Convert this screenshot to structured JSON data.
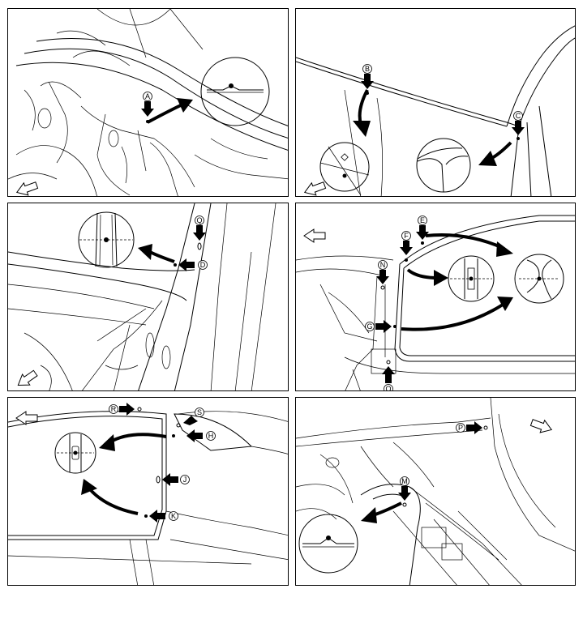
{
  "figure": {
    "panels": [
      {
        "id": "p1",
        "points": [
          "A"
        ]
      },
      {
        "id": "p2",
        "points": [
          "B",
          "C"
        ]
      },
      {
        "id": "p3",
        "points": [
          "Q",
          "D"
        ]
      },
      {
        "id": "p4",
        "points": [
          "E",
          "F",
          "N",
          "G",
          "O"
        ]
      },
      {
        "id": "p5",
        "points": [
          "R",
          "S",
          "H",
          "J",
          "K"
        ]
      },
      {
        "id": "p6",
        "points": [
          "P",
          "M"
        ]
      }
    ],
    "labels": {
      "A": "A",
      "B": "B",
      "C": "C",
      "D": "D",
      "E": "E",
      "F": "F",
      "G": "G",
      "H": "H",
      "J": "J",
      "K": "K",
      "M": "M",
      "N": "N",
      "O": "O",
      "P": "P",
      "Q": "Q",
      "R": "R",
      "S": "S"
    },
    "icons": {
      "direction": "front-arrow-icon",
      "callout": "arrow-icon",
      "detail": "magnified-detail-icon"
    },
    "colors": {
      "line": "#000000",
      "background": "#ffffff"
    }
  }
}
